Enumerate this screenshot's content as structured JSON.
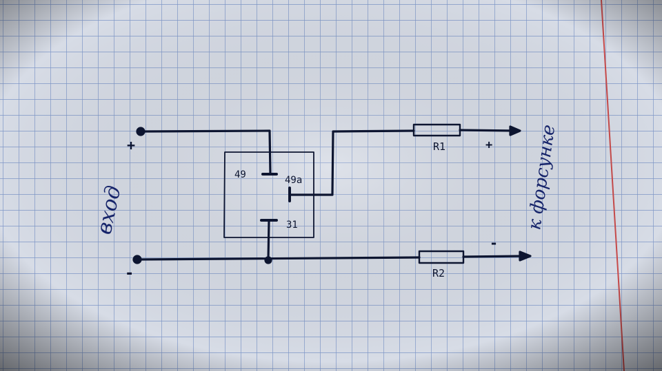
{
  "diagram": {
    "terminals": {
      "input_plus": "+",
      "input_minus": "-",
      "output_plus": "+",
      "output_minus": "-"
    },
    "relay": {
      "pin_49": "49",
      "pin_49a": "49a",
      "pin_31": "31"
    },
    "resistors": {
      "r1": "R1",
      "r2": "R2"
    },
    "labels": {
      "input": "вход",
      "output": "к форсунке"
    }
  },
  "colors": {
    "paper": "#d7dce6",
    "grid": "#7f97c8",
    "ink": "#0d1530",
    "handwriting": "#16246a",
    "margin_line": "#c84a4a"
  }
}
